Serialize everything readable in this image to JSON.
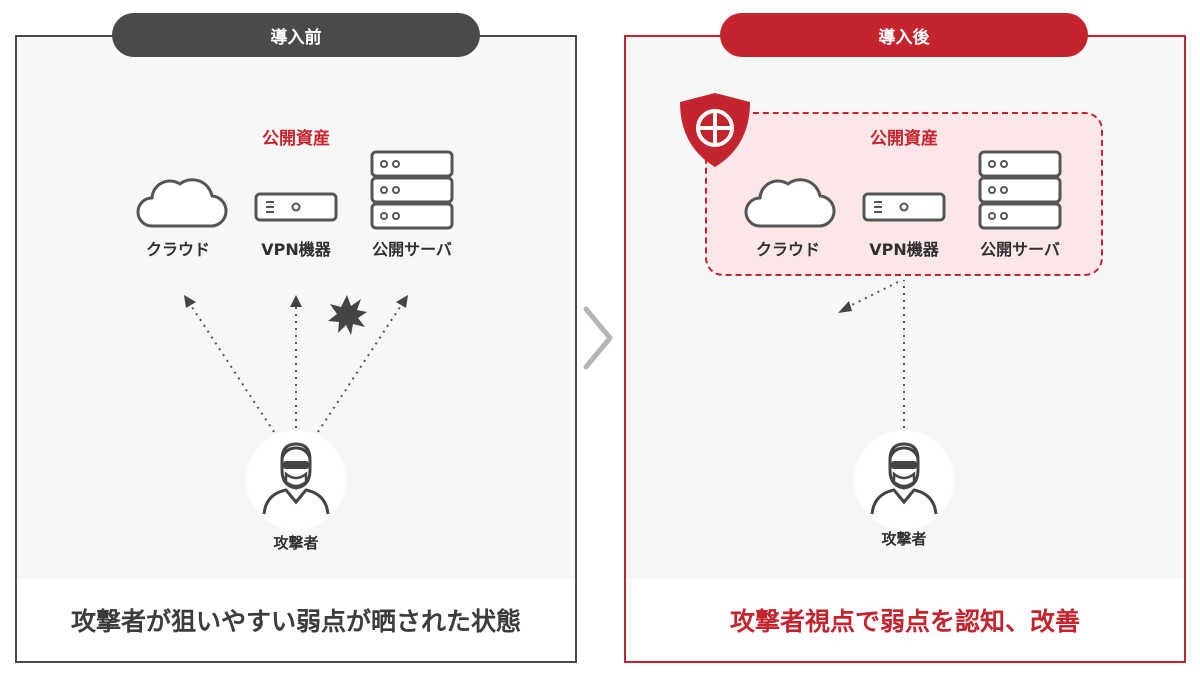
{
  "before": {
    "badge": "導入前",
    "group_title": "公開資産",
    "assets": {
      "cloud": "クラウド",
      "vpn": "VPN機器",
      "server": "公開サーバ"
    },
    "attacker": "攻撃者",
    "caption": "攻撃者が狙いやすい弱点が晒された状態"
  },
  "after": {
    "badge": "導入後",
    "group_title": "公開資産",
    "assets": {
      "cloud": "クラウド",
      "vpn": "VPN機器",
      "server": "公開サーバ"
    },
    "attacker": "攻撃者",
    "caption": "攻撃者視点で弱点を認知、改善"
  },
  "colors": {
    "accent": "#c4242e",
    "dark": "#4a4a4a",
    "panel_bg": "#f7f7f7",
    "protected_bg": "#fbe7e8"
  },
  "icons": [
    "cloud-icon",
    "vpn-device-icon",
    "server-rack-icon",
    "attacker-icon",
    "shield-icon",
    "burst-icon",
    "chevron-right-icon"
  ]
}
